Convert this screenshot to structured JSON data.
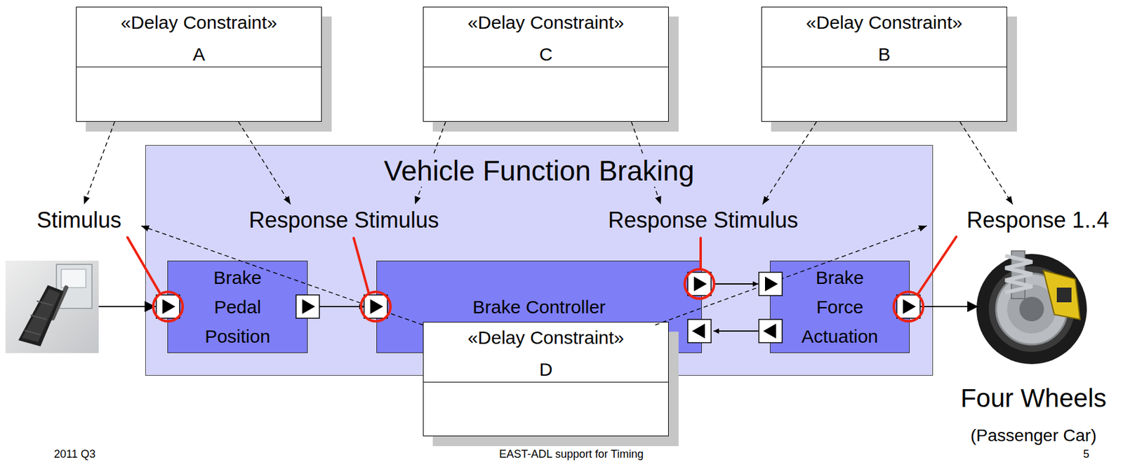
{
  "diagram": {
    "nodes": [
      {
        "text": [
          "«Delay Constraint»",
          "A"
        ]
      },
      {
        "text": [
          "«Delay Constraint»",
          "C"
        ]
      },
      {
        "text": [
          "«Delay Constraint»",
          "B"
        ]
      },
      {
        "text": [
          "Vehicle Function Braking"
        ]
      },
      {
        "text": [
          "Brake Pedal Position"
        ],
        "in": 3
      },
      {
        "text": [
          "Brake Controller"
        ],
        "in": 3
      },
      {
        "text": [
          "Brake Force Actuation"
        ],
        "in": 3
      },
      {
        "text": [
          "«Delay Constraint»",
          "D"
        ]
      }
    ],
    "edges": [
      {
        "from": 4,
        "to": 5,
        "arrow": "to"
      },
      {
        "from": 5,
        "to": 6,
        "arrow": "to"
      },
      {
        "from": 6,
        "to": 5,
        "arrow": "to"
      }
    ],
    "labels": [
      "Stimulus",
      "Response Stimulus",
      "Response Stimulus",
      "Response 1..4",
      "Four Wheels",
      "(Passenger Car)",
      "2011 Q3",
      "EAST-ADL support for Timing",
      "5"
    ]
  }
}
